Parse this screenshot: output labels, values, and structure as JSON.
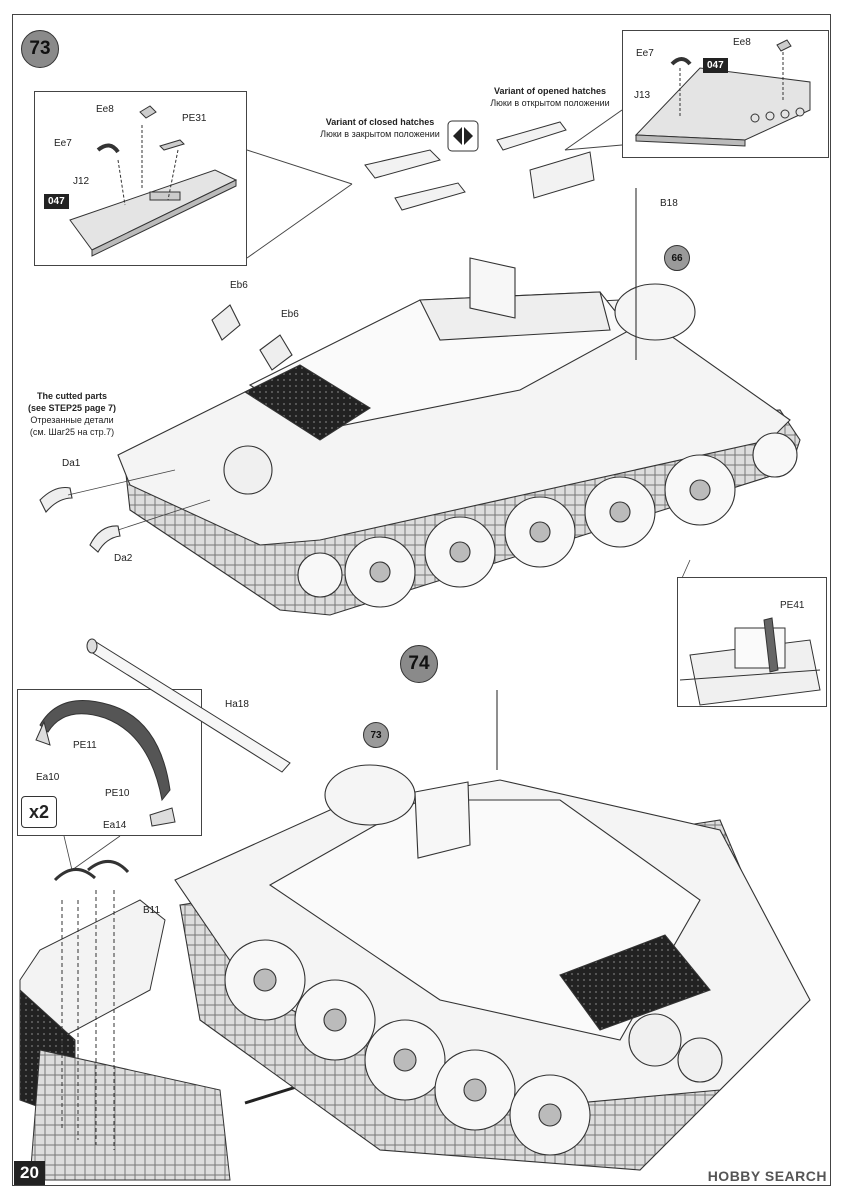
{
  "page_number": "20",
  "steps": {
    "step73": "73",
    "step74": "74",
    "ref66": "66",
    "ref73": "73"
  },
  "notes": {
    "closed_title": "Variant of closed hatches",
    "closed_ru": "Люки в закрытом положении",
    "opened_title": "Variant of opened hatches",
    "opened_ru": "Люки в открытом положении",
    "cutted_title_1": "The cutted parts",
    "cutted_title_2": "(see STEP25 page 7)",
    "cutted_ru_1": "Отрезанные детали",
    "cutted_ru_2": "(см. Шаг25 на стр.7)"
  },
  "parts": {
    "ee8_left": "Ee8",
    "pe31": "PE31",
    "ee7_left": "Ee7",
    "block_left": "047",
    "j12": "J12",
    "ee7_right": "Ee7",
    "ee8_right": "Ee8",
    "block_right": "047",
    "j13": "J13",
    "b18": "B18",
    "eb6_a": "Eb6",
    "eb6_b": "Eb6",
    "da1": "Da1",
    "da2": "Da2",
    "pe41": "PE41",
    "ha18": "Ha18",
    "pe11": "PE11",
    "ea10": "Ea10",
    "pe10": "PE10",
    "ea14": "Ea14",
    "b11": "B11"
  },
  "multiplier": "x2",
  "watermark": "HOBBY SEARCH"
}
